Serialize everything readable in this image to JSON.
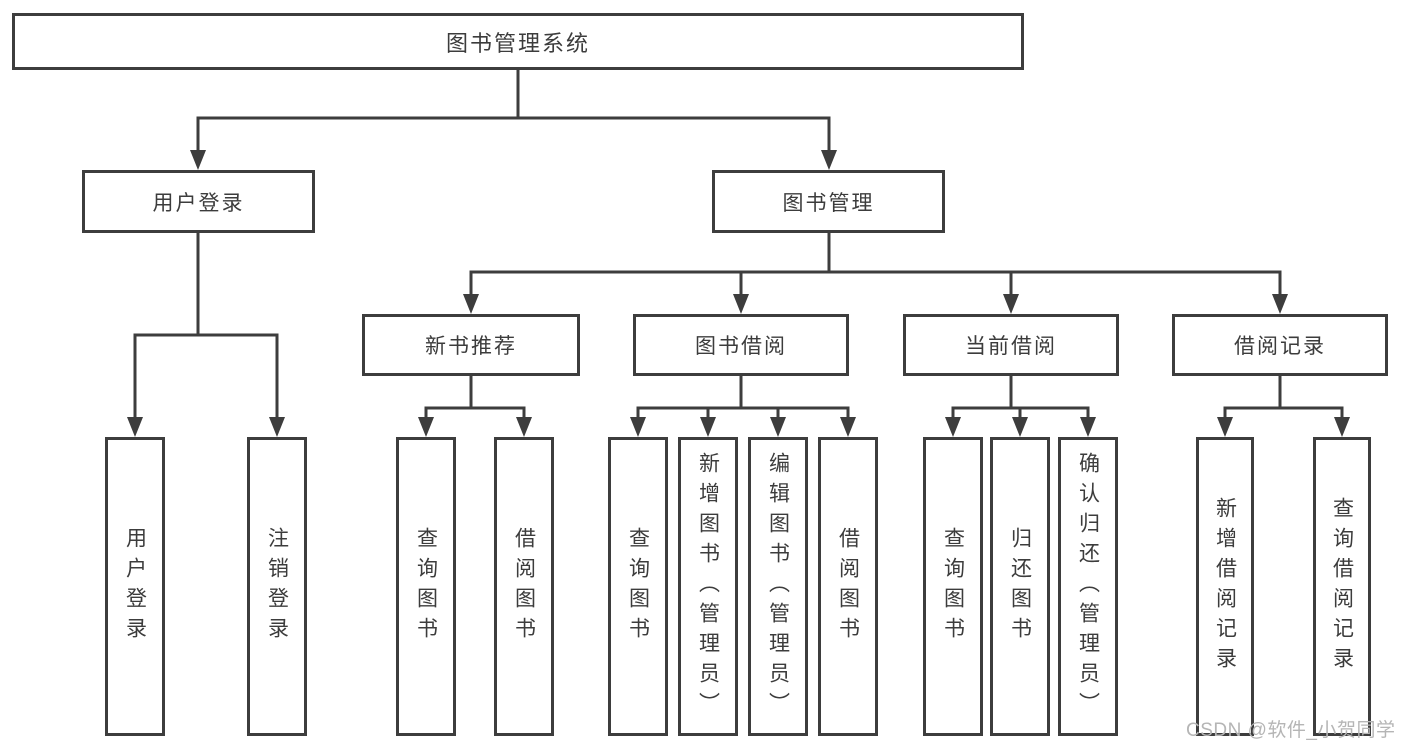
{
  "colors": {
    "line": "#3d3d3d",
    "text": "#3c3c3c",
    "watermark_color": "#b5b5b5",
    "background": "#ffffff"
  },
  "watermark": "CSDN @软件_小贺同学",
  "tree": {
    "label": "图书管理系统",
    "children": [
      {
        "label": "用户登录",
        "children": [
          {
            "label": "用户登录"
          },
          {
            "label": "注销登录"
          }
        ]
      },
      {
        "label": "图书管理",
        "children": [
          {
            "label": "新书推荐",
            "children": [
              {
                "label": "查询图书"
              },
              {
                "label": "借阅图书"
              }
            ]
          },
          {
            "label": "图书借阅",
            "children": [
              {
                "label": "查询图书"
              },
              {
                "label": "新增图书（管理员）"
              },
              {
                "label": "编辑图书（管理员）"
              },
              {
                "label": "借阅图书"
              }
            ]
          },
          {
            "label": "当前借阅",
            "children": [
              {
                "label": "查询图书"
              },
              {
                "label": "归还图书"
              },
              {
                "label": "确认归还（管理员）"
              }
            ]
          },
          {
            "label": "借阅记录",
            "children": [
              {
                "label": "新增借阅记录"
              },
              {
                "label": "查询借阅记录"
              }
            ]
          }
        ]
      }
    ]
  }
}
